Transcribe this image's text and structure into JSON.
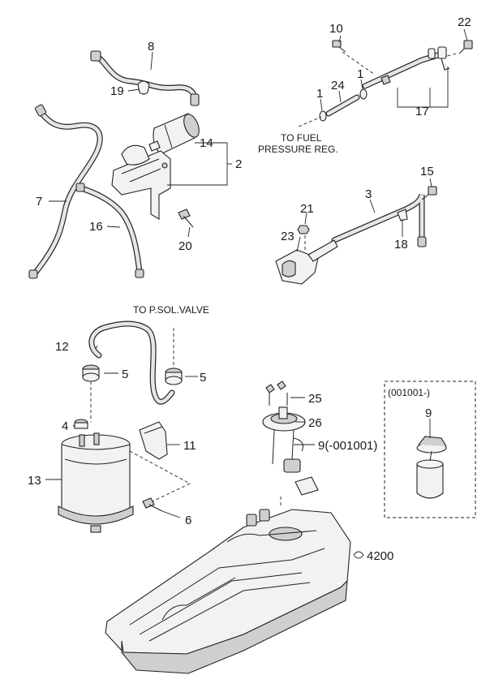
{
  "labels": {
    "p1a": "1",
    "p1b": "1",
    "p2": "2",
    "p3": "3",
    "p4": "4",
    "p5a": "5",
    "p5b": "5",
    "p6": "6",
    "p7": "7",
    "p8": "8",
    "p9a": "9",
    "p9b": "9(-001001)",
    "p10": "10",
    "p11": "11",
    "p12": "12",
    "p13": "13",
    "p14": "14",
    "p15": "15",
    "p16": "16",
    "p17": "17",
    "p18": "18",
    "p19": "19",
    "p20": "20",
    "p21": "21",
    "p22": "22",
    "p23": "23",
    "p24": "24",
    "p25": "25",
    "p26": "26",
    "p4200": "4200"
  },
  "notes": {
    "to_fuel_line1": "TO FUEL",
    "to_fuel_line2": "PRESSURE REG.",
    "to_psol": "TO P.SOL.VALVE",
    "inset_range": "(001001-)"
  }
}
